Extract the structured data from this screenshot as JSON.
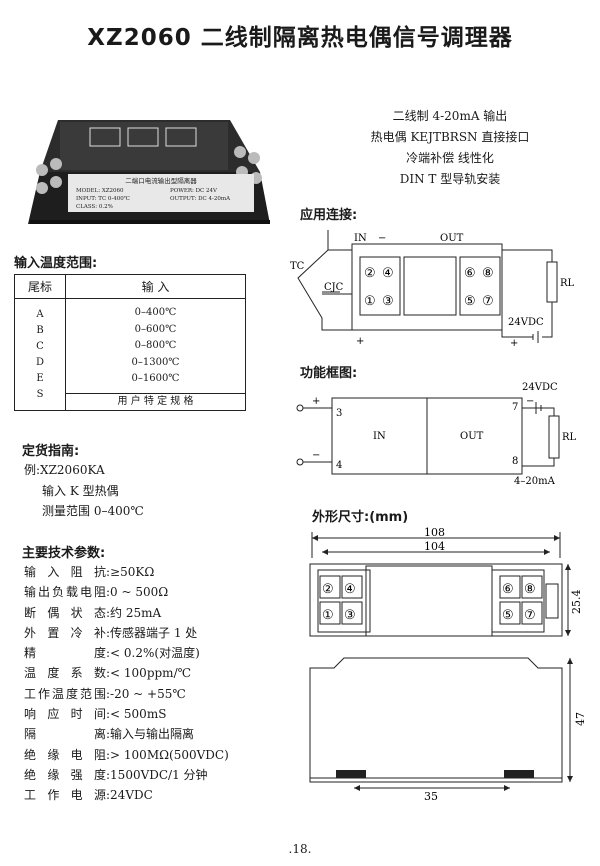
{
  "title": "XZ2060  二线制隔离热电偶信号调理器",
  "features": [
    "二线制 4-20mA 输出",
    "热电偶 KEJTBRSN 直接接口",
    "冷端补偿 线性化",
    "DIN T 型导轨安装"
  ],
  "product_photo": {
    "label_lines": [
      "二端口电流输出型隔离器",
      "MODEL: XZ2060",
      "POWER: DC 24V",
      "INPUT: TC 0-400℃",
      "OUTPUT: DC 4-20mA",
      "CLASS: 0.2%"
    ]
  },
  "input_range": {
    "heading": "输入温度范围:",
    "col_suffix": "尾标",
    "col_input": "输    入",
    "suffixes": [
      "A",
      "B",
      "C",
      "D",
      "E",
      "S"
    ],
    "ranges": [
      "0–400℃",
      "0–600℃",
      "0–800℃",
      "0–1300℃",
      "0–1600℃"
    ],
    "custom": "用 户 特 定 规 格"
  },
  "order_guide": {
    "heading": "定货指南:",
    "lines": [
      "例:XZ2060KA",
      "输入 K 型热偶",
      "测量范围 0–400℃"
    ]
  },
  "specs": {
    "heading": "主要技术参数:",
    "items": [
      {
        "k": "输入阻抗",
        "v": "≥50KΩ"
      },
      {
        "k": "输出负载电阻",
        "v": "0 ~ 500Ω"
      },
      {
        "k": "断偶状态",
        "v": "约 25mA"
      },
      {
        "k": "外置冷补",
        "v": "传感器端子 1 处"
      },
      {
        "k": "精度",
        "v": "< 0.2%(对温度)"
      },
      {
        "k": "温度系数",
        "v": "< 100ppm/℃"
      },
      {
        "k": "工作温度范围",
        "v": "-20 ~ +55℃"
      },
      {
        "k": "响应时间",
        "v": "< 500mS"
      },
      {
        "k": "隔离",
        "v": "输入与输出隔离"
      },
      {
        "k": "绝缘电阻",
        "v": "> 100MΩ(500VDC)"
      },
      {
        "k": "绝缘强度",
        "v": "1500VDC/1 分钟"
      },
      {
        "k": "工作电源",
        "v": "24VDC"
      }
    ]
  },
  "application": {
    "heading": "应用连接:",
    "in_label": "IN",
    "out_label": "OUT",
    "tc_label": "TC",
    "cjc_label": "CJC",
    "rl_label": "RL",
    "supply": "24VDC",
    "plus": "+",
    "minus": "−",
    "terminals": [
      "②",
      "④",
      "①",
      "③",
      "⑥",
      "⑧",
      "⑤",
      "⑦"
    ]
  },
  "block_diagram": {
    "heading": "功能框图:",
    "in_label": "IN",
    "out_label": "OUT",
    "pin3": "3",
    "pin4": "4",
    "pin7": "7",
    "pin8": "8",
    "supply": "24VDC",
    "rl_label": "RL",
    "output": "4–20mA",
    "plus": "+",
    "minus": "−"
  },
  "dimensions": {
    "heading": "外形尺寸:(mm)",
    "d108": "108",
    "d104": "104",
    "d25": "25.4",
    "d47": "47",
    "d35": "35"
  },
  "page_number": ".18."
}
